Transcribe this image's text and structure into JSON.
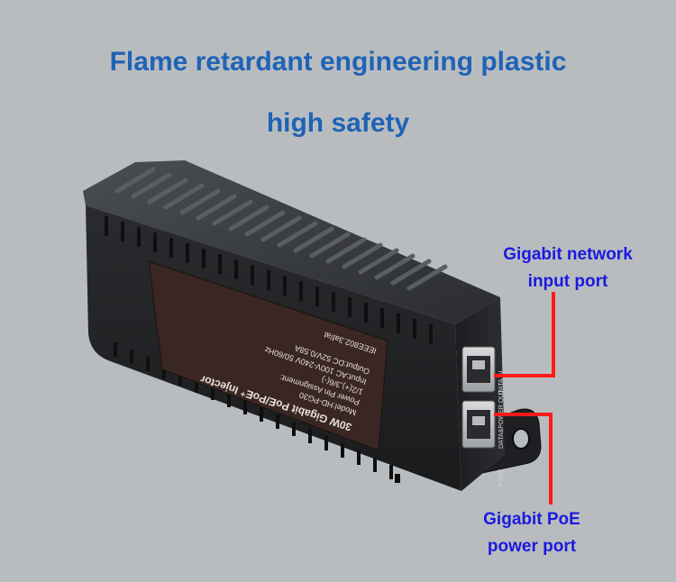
{
  "headline": {
    "line1": "Flame retardant engineering plastic",
    "line2": "high safety"
  },
  "callouts": {
    "input_port": {
      "line1": "Gigabit network",
      "line2": "input port"
    },
    "poe_port": {
      "line1": "Gigabit PoE",
      "line2": "power port"
    }
  },
  "device_label": {
    "title": "30W Gigabit PoE/PoE⁺ Injector",
    "model": "Model:HD-PG30",
    "pin": "Power Pin Assignment:",
    "pins": "1/2(+),3/6(-)",
    "input": "Input:AC 100V-240V 50/60Hz",
    "output": "Output:DC 52V/0.58A",
    "standard": "IEEE802.3af/at"
  },
  "port_labels": {
    "data_in": "DATA IN",
    "data_power_out": "DATA&POWER OUT",
    "port": "PORT"
  },
  "colors": {
    "background": "#b9bcbf",
    "headline": "#1f63b6",
    "callout_text": "#1a1ae0",
    "callout_line": "#ff1a1a",
    "device_body": "#232426",
    "label_plate": "#3a2622"
  }
}
